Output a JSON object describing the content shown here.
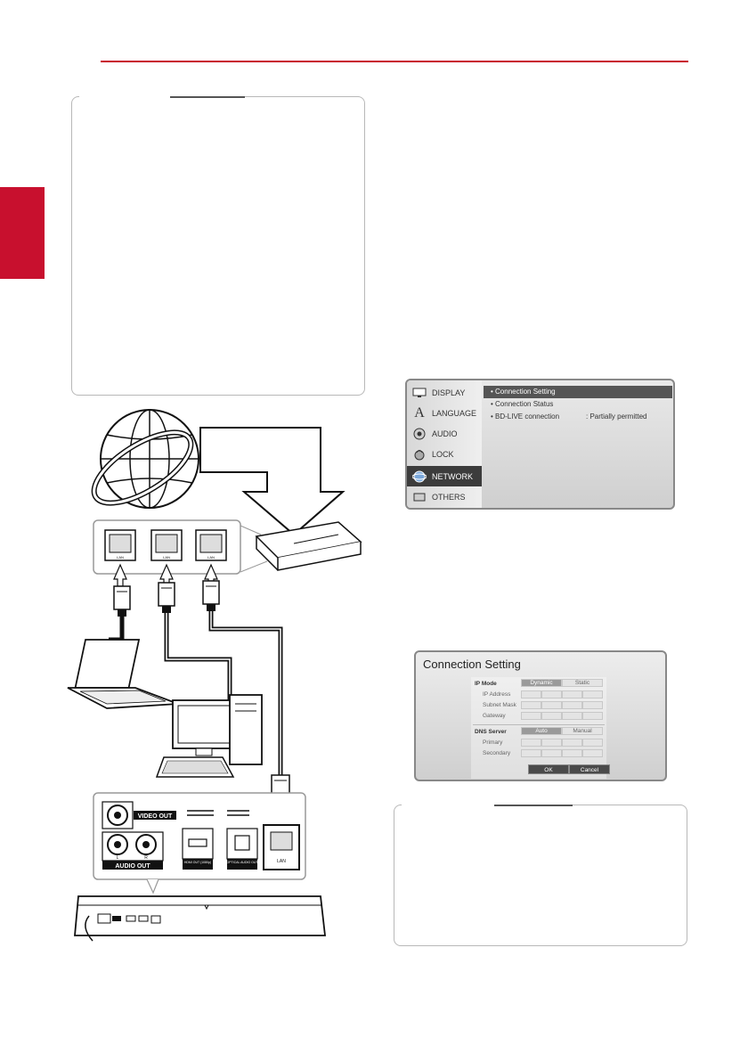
{
  "setup_menu": {
    "categories": [
      {
        "label": "DISPLAY",
        "icon": "display-icon"
      },
      {
        "label": "LANGUAGE",
        "icon": "language-icon"
      },
      {
        "label": "AUDIO",
        "icon": "audio-icon"
      },
      {
        "label": "LOCK",
        "icon": "lock-icon"
      },
      {
        "label": "NETWORK",
        "icon": "network-icon",
        "active": true
      },
      {
        "label": "OTHERS",
        "icon": "others-icon"
      }
    ],
    "options": [
      {
        "label": "• Connection Setting",
        "selected": true
      },
      {
        "label": "• Connection Status"
      },
      {
        "label": "• BD-LIVE connection",
        "value": ": Partially permitted"
      }
    ]
  },
  "connection_setting": {
    "title": "Connection Setting",
    "ip_mode_label": "IP Mode",
    "ip_mode_options": [
      "Dynamic",
      "Static"
    ],
    "ip_fields": [
      "IP Address",
      "Subnet Mask",
      "Gateway"
    ],
    "dns_label": "DNS Server",
    "dns_options": [
      "Auto",
      "Manual"
    ],
    "dns_fields": [
      "Primary",
      "Secondary"
    ],
    "ok_label": "OK",
    "cancel_label": "Cancel"
  },
  "diagram": {
    "router_port_label": "LAN",
    "video_out_label": "VIDEO OUT",
    "audio_out_label": "AUDIO OUT",
    "hdmi_label": "HDMI OUT\n(1080p)",
    "optical_label": "OPTICAL\nAUDIO OUT",
    "player_lan_label": "LAN",
    "audio_channel_left": "L",
    "audio_channel_right": "R"
  },
  "colors": {
    "accent": "#c8102e"
  }
}
